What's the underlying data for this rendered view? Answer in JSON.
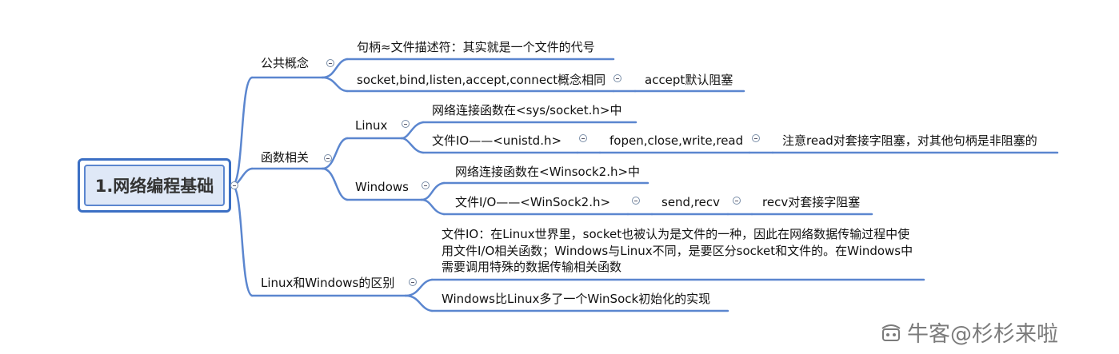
{
  "root": "1.网络编程基础",
  "branches": {
    "common": {
      "label": "公共概念",
      "handle": "句柄≈文件描述符：其实就是一个文件的代号",
      "funcs": "socket,bind,listen,accept,connect概念相同",
      "accept": "accept默认阻塞"
    },
    "functions": {
      "label": "函数相关",
      "linux": {
        "label": "Linux",
        "net": "网络连接函数在<sys/socket.h>中",
        "fileio": "文件IO——<unistd.h>",
        "ops": "fopen,close,write,read",
        "note": "注意read对套接字阻塞，对其他句柄是非阻塞的"
      },
      "windows": {
        "label": "Windows",
        "net": "网络连接函数在<Winsock2.h>中",
        "fileio": "文件I/O——<WinSock2.h>",
        "ops": "send,recv",
        "note": "recv对套接字阻塞"
      }
    },
    "diff": {
      "label": "Linux和Windows的区别",
      "desc": "文件IO：在Linux世界里，socket也被认为是文件的一种，因此在网络数据传输过程中使用文件I/O相关函数；Windows与Linux不同，是要区分socket和文件的。在Windows中需要调用特殊的数据传输相关函数",
      "winsock": "Windows比Linux多了一个WinSock初始化的实现"
    }
  },
  "watermark": "牛客@杉杉来啦",
  "colors": {
    "line": "#5b86cf",
    "root_border": "#3b6fc4",
    "root_fill": "#dfe8f7"
  }
}
